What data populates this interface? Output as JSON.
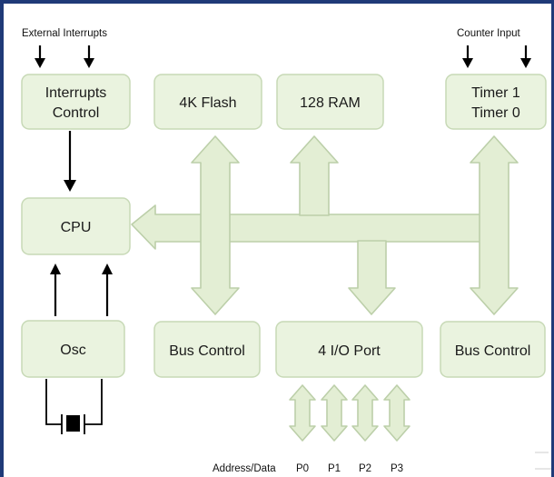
{
  "labels": {
    "external_interrupts": "External Interrupts",
    "counter_input": "Counter Input",
    "address_data": "Address/Data"
  },
  "blocks": {
    "interrupts_control": {
      "line1": "Interrupts",
      "line2": "Control"
    },
    "flash": "4K Flash",
    "ram": "128 RAM",
    "timers": {
      "line1": "Timer 1",
      "line2": "Timer 0"
    },
    "cpu": "CPU",
    "osc": "Osc",
    "bus_control_left": "Bus Control",
    "io_port": "4 I/O Port",
    "bus_control_right": "Bus Control"
  },
  "ports": [
    "P0",
    "P1",
    "P2",
    "P3"
  ],
  "colors": {
    "frame": "#1f3a78",
    "block_fill": "#eaf3df",
    "bus_fill": "#e3eed4"
  }
}
